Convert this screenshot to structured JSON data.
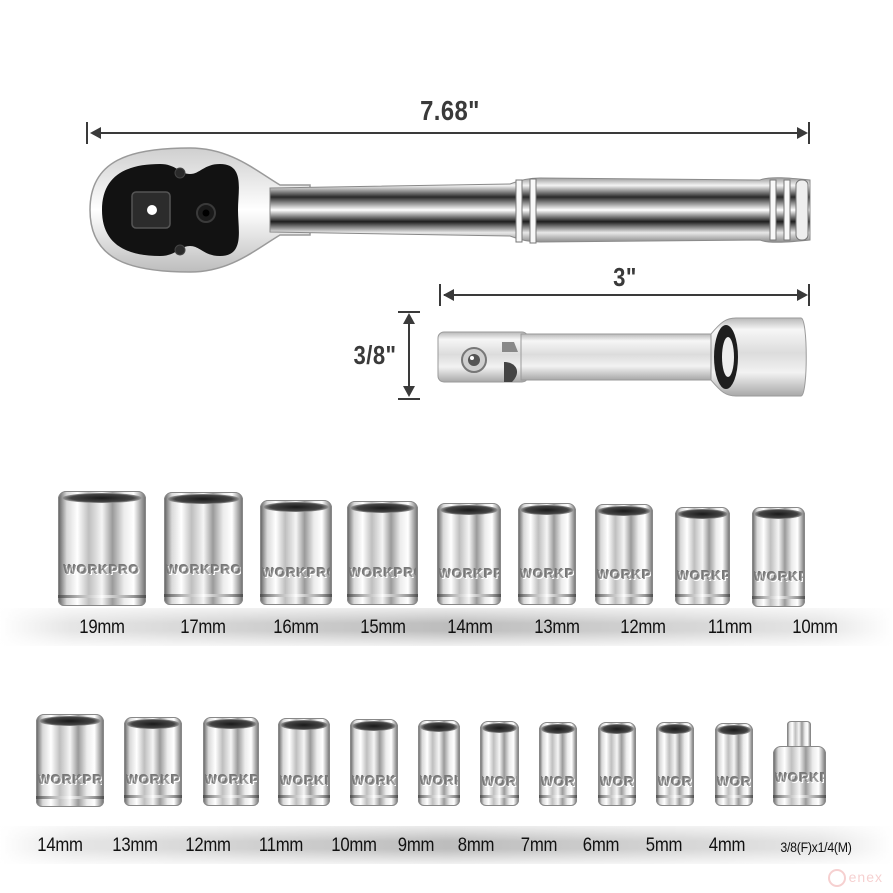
{
  "ratchet": {
    "length_label": "7.68\"",
    "head_color": "#111111",
    "chrome_color": "#d8d8d8"
  },
  "extension": {
    "length_label": "3\"",
    "drive_label": "3/8\""
  },
  "brand_engraving": "WORKPRO",
  "sockets_row1": [
    {
      "size": "19mm"
    },
    {
      "size": "17mm"
    },
    {
      "size": "16mm"
    },
    {
      "size": "15mm"
    },
    {
      "size": "14mm"
    },
    {
      "size": "13mm"
    },
    {
      "size": "12mm"
    },
    {
      "size": "11mm"
    },
    {
      "size": "10mm"
    }
  ],
  "sockets_row2": [
    {
      "size": "14mm"
    },
    {
      "size": "13mm"
    },
    {
      "size": "12mm"
    },
    {
      "size": "11mm"
    },
    {
      "size": "10mm"
    },
    {
      "size": "9mm"
    },
    {
      "size": "8mm"
    },
    {
      "size": "7mm"
    },
    {
      "size": "6mm"
    },
    {
      "size": "5mm"
    },
    {
      "size": "4mm"
    },
    {
      "size": "3/8(F)x1/4(M)"
    }
  ],
  "watermark": "enex"
}
